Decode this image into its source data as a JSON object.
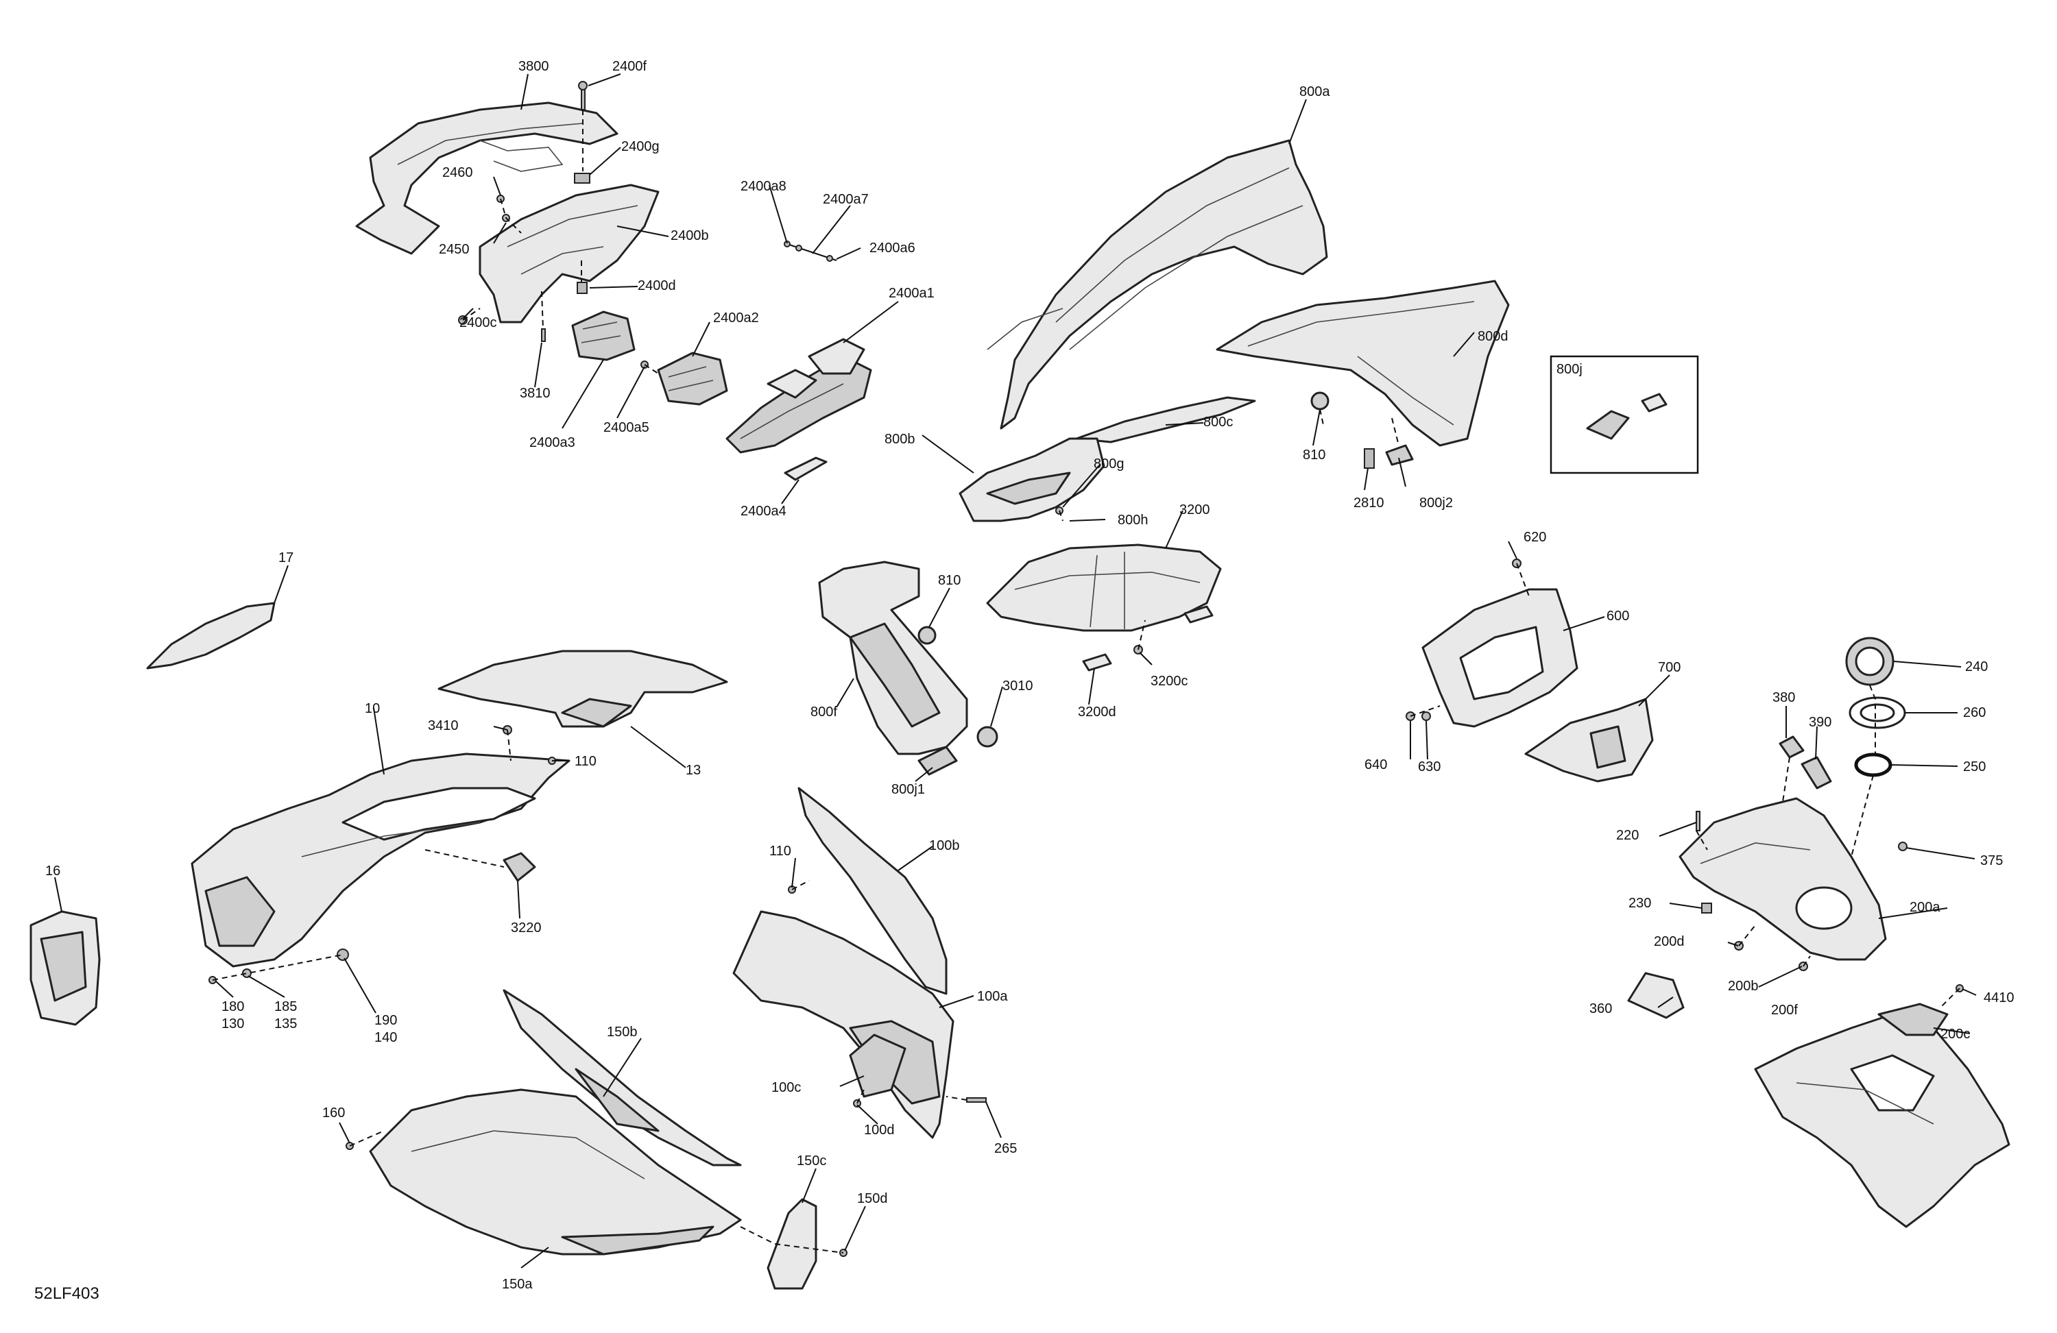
{
  "diagram_code": "52LF403",
  "callouts": {
    "c3800": "3800",
    "c2400f": "2400f",
    "c2400g": "2400g",
    "c2460": "2460",
    "c2450": "2450",
    "c2400b": "2400b",
    "c2400d": "2400d",
    "c2400c": "2400c",
    "c3810": "3810",
    "c2400a3": "2400a3",
    "c2400a5": "2400a5",
    "c2400a2": "2400a2",
    "c2400a1": "2400a1",
    "c2400a4": "2400a4",
    "c2400a8": "2400a8",
    "c2400a7": "2400a7",
    "c2400a6": "2400a6",
    "c800a": "800a",
    "c800d": "800d",
    "c800j": "800j",
    "c810a": "810",
    "c2810": "2810",
    "c800j2": "800j2",
    "c800c": "800c",
    "c800b": "800b",
    "c800g": "800g",
    "c800h": "800h",
    "c3200": "3200",
    "c3200c": "3200c",
    "c3200d": "3200d",
    "c810b": "810",
    "c800f": "800f",
    "c3010": "3010",
    "c800j1": "800j1",
    "c17": "17",
    "c10": "10",
    "c3410": "3410",
    "c110a": "110",
    "c13": "13",
    "c16": "16",
    "c3220": "3220",
    "c180": "180",
    "c130": "130",
    "c185": "185",
    "c135": "135",
    "c190": "190",
    "c140": "140",
    "c110b": "110",
    "c100b": "100b",
    "c100a": "100a",
    "c100c": "100c",
    "c100d": "100d",
    "c265": "265",
    "c160": "160",
    "c150b": "150b",
    "c150a": "150a",
    "c150c": "150c",
    "c150d": "150d",
    "c620": "620",
    "c600": "600",
    "c640": "640",
    "c630": "630",
    "c700": "700",
    "c240": "240",
    "c260": "260",
    "c250": "250",
    "c380": "380",
    "c390": "390",
    "c220": "220",
    "c375": "375",
    "c230": "230",
    "c200a": "200a",
    "c200d": "200d",
    "c200b": "200b",
    "c200f": "200f",
    "c360": "360",
    "c4410": "4410",
    "c200c": "200c"
  }
}
